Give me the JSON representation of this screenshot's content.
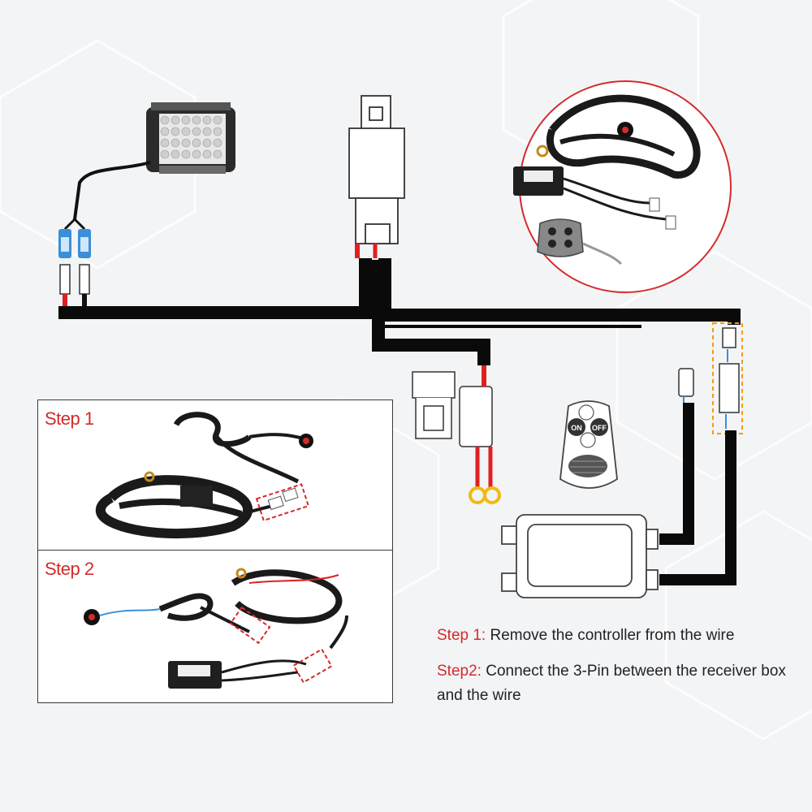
{
  "steps": [
    {
      "label": "Step 1",
      "instruction_prefix": "Step 1:",
      "instruction_text": " Remove the controller from the wire"
    },
    {
      "label": "Step 2",
      "instruction_prefix": "Step2:",
      "instruction_text": "   Connect the 3-Pin between the receiver box and the wire"
    }
  ],
  "remote": {
    "on_label": "ON",
    "off_label": "OFF"
  },
  "colors": {
    "accent_red": "#d42b2b",
    "wire_black": "#0a0a0a",
    "wire_red": "#e02020",
    "terminal_blue": "#3a8fd9",
    "terminal_yellow": "#f2b90f",
    "highlight_orange": "#f39c12"
  }
}
